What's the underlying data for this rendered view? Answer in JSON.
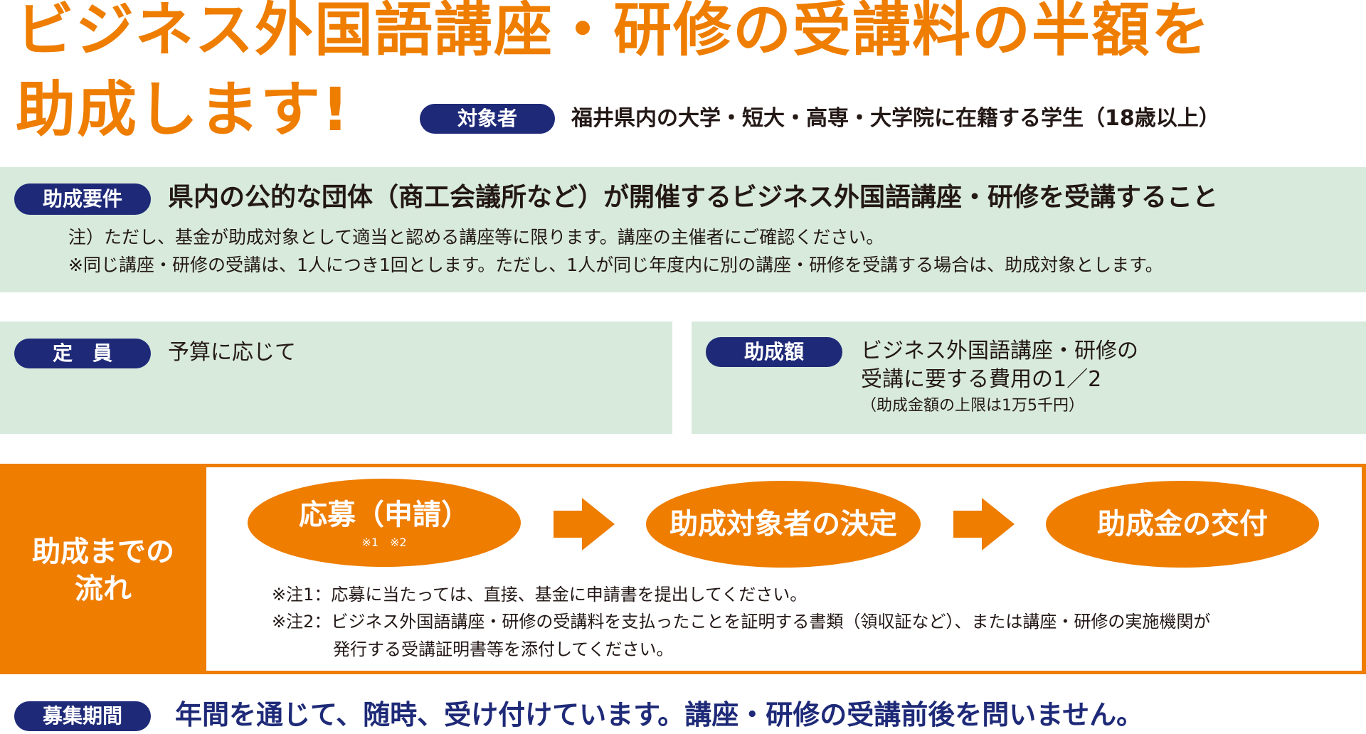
{
  "header": {
    "title_line1": "ビジネス外国語講座・研修の受講料の半額を",
    "title_line2": "助成します!",
    "target_label": "対象者",
    "target_text": "福井県内の大学・短大・高専・大学院に在籍する学生（18歳以上）"
  },
  "requirements": {
    "label": "助成要件",
    "main": "県内の公的な団体（商工会議所など）が開催するビジネス外国語講座・研修を受講すること",
    "note1": "注）ただし、基金が助成対象として適当と認める講座等に限ります。講座の主催者にご確認ください。",
    "note2": "※同じ講座・研修の受講は、1人につき1回とします。ただし、1人が同じ年度内に別の講座・研修を受講する場合は、助成対象とします。"
  },
  "capacity": {
    "label": "定　員",
    "text": "予算に応じて"
  },
  "amount": {
    "label": "助成額",
    "line1": "ビジネス外国語講座・研修の",
    "line2": "受講に要する費用の1／2",
    "line3": "（助成金額の上限は1万5千円）"
  },
  "flow": {
    "label_line1": "助成までの",
    "label_line2": "流れ",
    "step1": "応募（申請）",
    "step1_notes": "※1　※2",
    "step2": "助成対象者の決定",
    "step3": "助成金の交付",
    "note1": "※注1：応募に当たっては、直接、基金に申請書を提出してください。",
    "note2a": "※注2：ビジネス外国語講座・研修の受講料を支払ったことを証明する書類（領収証など）、または講座・研修の実施機関が",
    "note2b": "発行する受講証明書等を添付してください。"
  },
  "recruit": {
    "label": "募集期間",
    "text": "年間を通じて、随時、受け付けています。講座・研修の受講前後を問いません。"
  },
  "colors": {
    "orange": "#ee7d00",
    "navy": "#1e2a78",
    "green_panel": "#d8eadb"
  }
}
